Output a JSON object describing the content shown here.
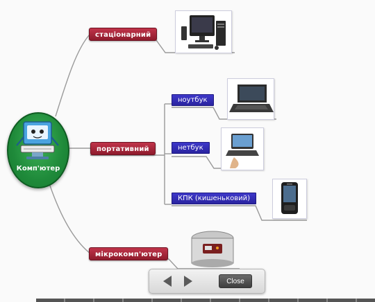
{
  "root": {
    "label": "Комп'ютер",
    "icon": "computer-mascot-icon"
  },
  "branches": [
    {
      "label": "стаціонарний",
      "icon": "desktop-computer-icon"
    },
    {
      "label": "портативний"
    },
    {
      "label": "мікрокомп'ютер",
      "icon": "multicooker-icon"
    }
  ],
  "portable_children": [
    {
      "label": "ноутбук",
      "icon": "laptop-icon"
    },
    {
      "label": "нетбук",
      "icon": "netbook-icon"
    },
    {
      "label": "КПК (кишеньковий)",
      "icon": "pda-icon"
    }
  ],
  "controls": {
    "close_label": "Close",
    "prev_icon": "left-arrow-icon",
    "next_icon": "right-arrow-icon"
  },
  "colors": {
    "branch": "#a52235",
    "child": "#3330b8",
    "root": "#1f8a3a",
    "lines": "#9a9a9a"
  }
}
